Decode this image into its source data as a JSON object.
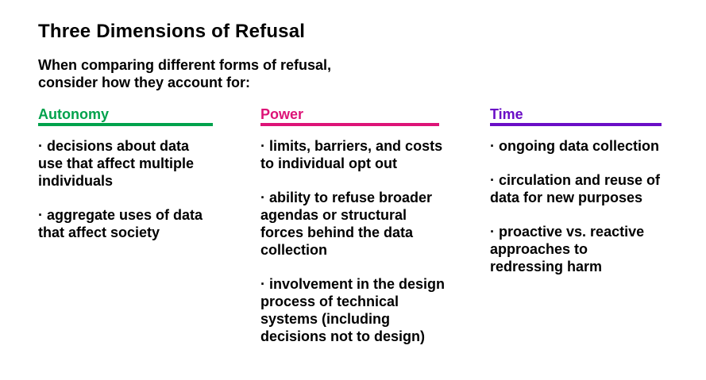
{
  "slide": {
    "title": "Three Dimensions of Refusal",
    "subtitle": "When comparing different forms of refusal,\nconsider how they account for:",
    "background_color": "#ffffff",
    "text_color": "#000000"
  },
  "columns": [
    {
      "label": "Autonomy",
      "color": "#00a24c",
      "items": [
        "· decisions about data\nuse that affect multiple\nindividuals",
        "· aggregate uses of data\nthat affect society"
      ]
    },
    {
      "label": "Power",
      "color": "#dd1377",
      "items": [
        "· limits, barriers, and costs\nto individual opt out",
        "· ability to refuse broader\nagendas or structural\nforces behind the data\ncollection",
        "· involvement in the design\nprocess of technical\nsystems (including\ndecisions not to design)"
      ]
    },
    {
      "label": "Time",
      "color": "#6a0ec6",
      "items": [
        "· ongoing data collection",
        "· circulation and reuse of\ndata for new purposes",
        "· proactive vs. reactive\napproaches to\nredressing harm"
      ]
    }
  ]
}
